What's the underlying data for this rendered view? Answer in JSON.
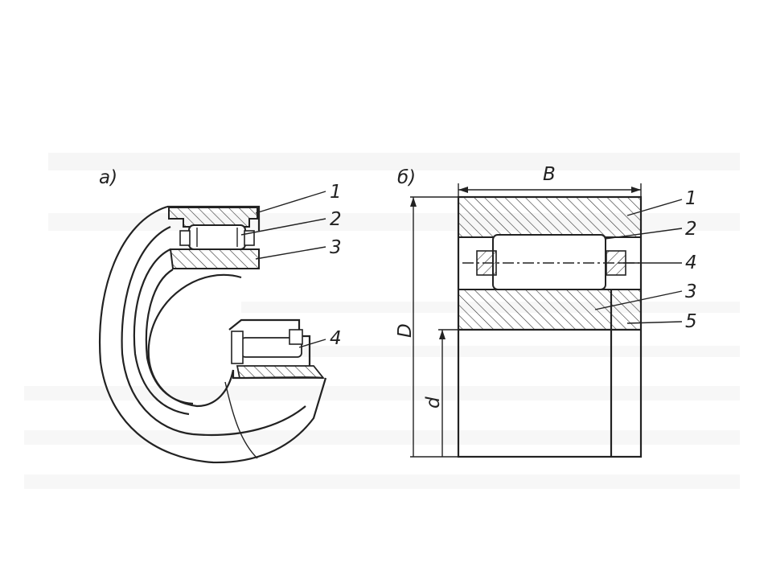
{
  "figure_a": {
    "label": "а)",
    "callouts": [
      "1",
      "2",
      "3",
      "4"
    ]
  },
  "figure_b": {
    "label": "б)",
    "dim_B": "B",
    "dim_D": "D",
    "dim_d": "d",
    "callouts": [
      "1",
      "2",
      "4",
      "3",
      "5"
    ]
  }
}
